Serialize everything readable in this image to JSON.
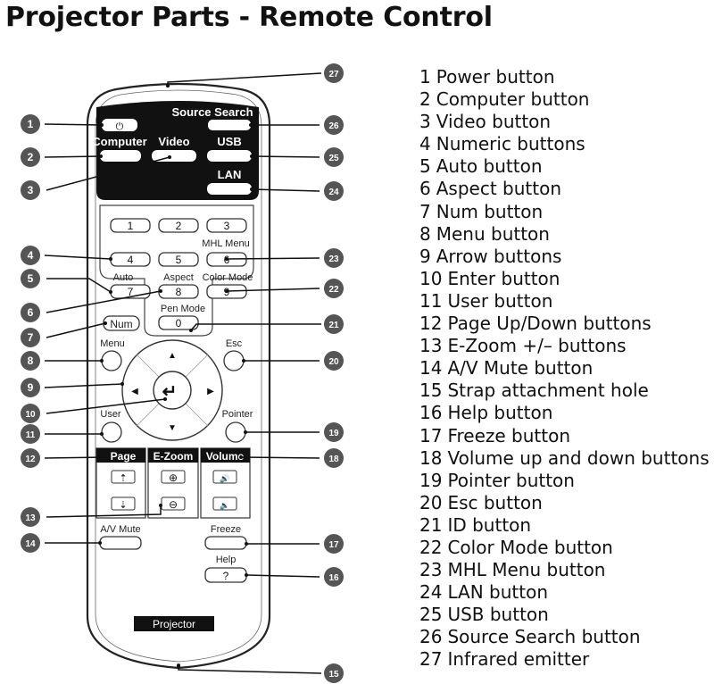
{
  "title": "Projector Parts - Remote Control",
  "legend": [
    {
      "num": "1",
      "label": "Power button"
    },
    {
      "num": "2",
      "label": "Computer button"
    },
    {
      "num": "3",
      "label": "Video button"
    },
    {
      "num": "4",
      "label": "Numeric buttons"
    },
    {
      "num": "5",
      "label": "Auto button"
    },
    {
      "num": "6",
      "label": "Aspect button"
    },
    {
      "num": "7",
      "label": "Num button"
    },
    {
      "num": "8",
      "label": "Menu button"
    },
    {
      "num": "9",
      "label": "Arrow buttons"
    },
    {
      "num": "10",
      "label": "Enter button"
    },
    {
      "num": "11",
      "label": "User button"
    },
    {
      "num": "12",
      "label": "Page Up/Down buttons"
    },
    {
      "num": "13",
      "label": "E-Zoom +/– buttons"
    },
    {
      "num": "14",
      "label": "A/V Mute button"
    },
    {
      "num": "15",
      "label": "Strap attachment hole"
    },
    {
      "num": "16",
      "label": "Help button"
    },
    {
      "num": "17",
      "label": "Freeze button"
    },
    {
      "num": "18",
      "label": "Volume up and down buttons"
    },
    {
      "num": "19",
      "label": "Pointer button"
    },
    {
      "num": "20",
      "label": "Esc button"
    },
    {
      "num": "21",
      "label": "ID button"
    },
    {
      "num": "22",
      "label": "Color Mode button"
    },
    {
      "num": "23",
      "label": "MHL Menu button"
    },
    {
      "num": "24",
      "label": "LAN button"
    },
    {
      "num": "25",
      "label": "USB button"
    },
    {
      "num": "26",
      "label": "Source Search button"
    },
    {
      "num": "27",
      "label": "Infrared emitter"
    }
  ],
  "remote": {
    "source_search": "Source Search",
    "computer": "Computer",
    "video": "Video",
    "usb": "USB",
    "lan": "LAN",
    "power_symbol": "⏻",
    "numbers": [
      "1",
      "2",
      "3",
      "4",
      "5",
      "6",
      "7",
      "8",
      "9",
      "0"
    ],
    "auto": "Auto",
    "aspect": "Aspect",
    "mhl_menu": "MHL Menu",
    "color_mode": "Color Mode",
    "pen_mode": "Pen Mode",
    "num": "Num",
    "menu": "Menu",
    "esc": "Esc",
    "user": "User",
    "pointer": "Pointer",
    "page": "Page",
    "ezoom": "E-Zoom",
    "volume": "Volume",
    "av_mute": "A/V Mute",
    "freeze": "Freeze",
    "help": "Help",
    "help_symbol": "?",
    "projector": "Projector",
    "arrow_up": "▲",
    "arrow_down": "▼",
    "arrow_left": "◀",
    "arrow_right": "▶",
    "enter_symbol": "↵",
    "zoom_in_symbol": "⊕",
    "zoom_out_symbol": "⊖",
    "page_up_symbol": "⇡",
    "page_down_symbol": "⇣",
    "vol_up_symbol": "🔊",
    "vol_down_symbol": "🔉"
  },
  "callouts": [
    "1",
    "2",
    "3",
    "4",
    "5",
    "6",
    "7",
    "8",
    "9",
    "10",
    "11",
    "12",
    "13",
    "14",
    "15",
    "16",
    "17",
    "18",
    "19",
    "20",
    "21",
    "22",
    "23",
    "24",
    "25",
    "26",
    "27"
  ]
}
